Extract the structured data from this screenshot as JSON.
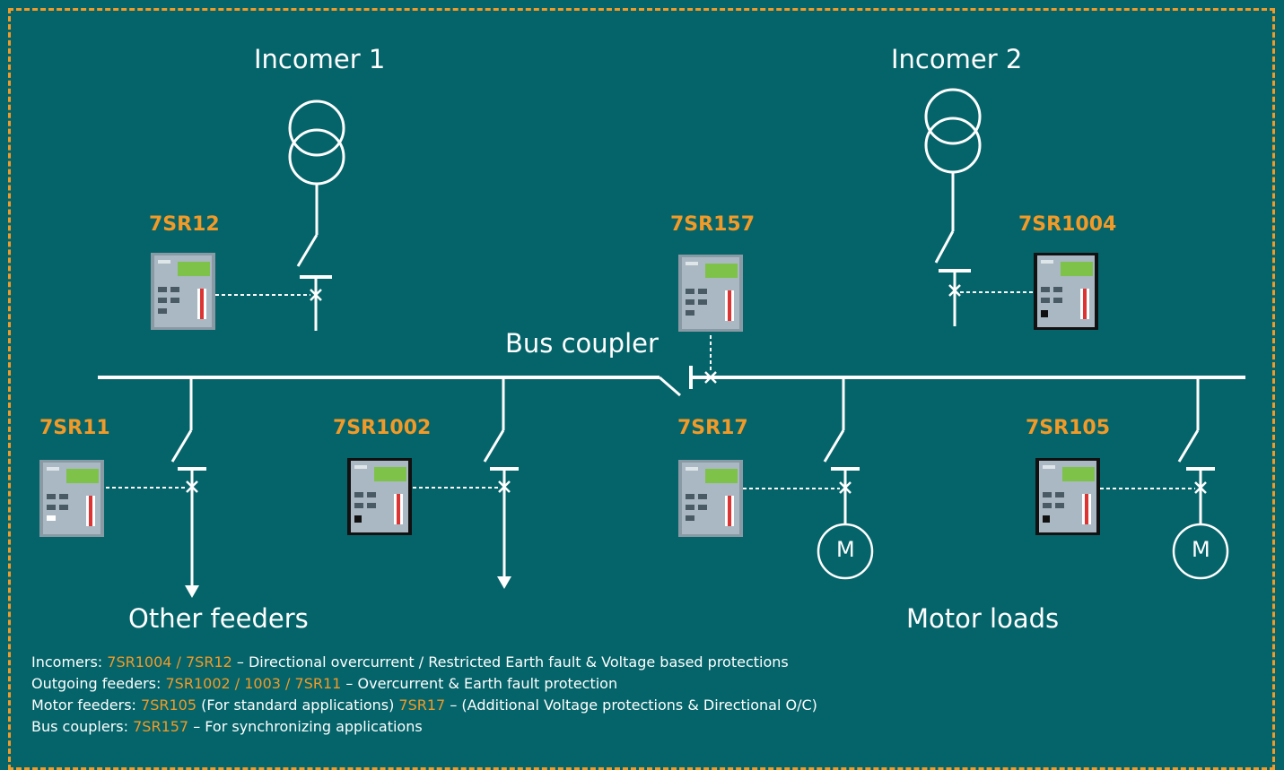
{
  "colors": {
    "background": "#04646a",
    "accent": "#f29a27",
    "line": "#ffffff"
  },
  "labels": {
    "incomer1": "Incomer 1",
    "incomer2": "Incomer 2",
    "bus_coupler": "Bus coupler",
    "other_feeders": "Other feeders",
    "motor_loads": "Motor loads",
    "motor_symbol": "M"
  },
  "devices": {
    "r7sr12": "7SR12",
    "r7sr157": "7SR157",
    "r7sr1004": "7SR1004",
    "r7sr11": "7SR11",
    "r7sr1002": "7SR1002",
    "r7sr17": "7SR17",
    "r7sr105": "7SR105"
  },
  "legend": [
    {
      "prefix": "Incomers: ",
      "highlight": "7SR1004 / 7SR12",
      "text": " – Directional overcurrent / Restricted Earth fault & Voltage based protections"
    },
    {
      "prefix": "Outgoing feeders: ",
      "highlight": "7SR1002 / 1003 / 7SR11",
      "text": " – Overcurrent & Earth fault protection"
    },
    {
      "prefix": "Motor feeders: ",
      "highlight": "7SR105",
      "text": " (For standard applications) ",
      "highlight2": "7SR17",
      "text2": " – (Additional Voltage protections & Directional O/C)"
    },
    {
      "prefix": "Bus couplers: ",
      "highlight": "7SR157",
      "text": " – For synchronizing applications"
    }
  ]
}
